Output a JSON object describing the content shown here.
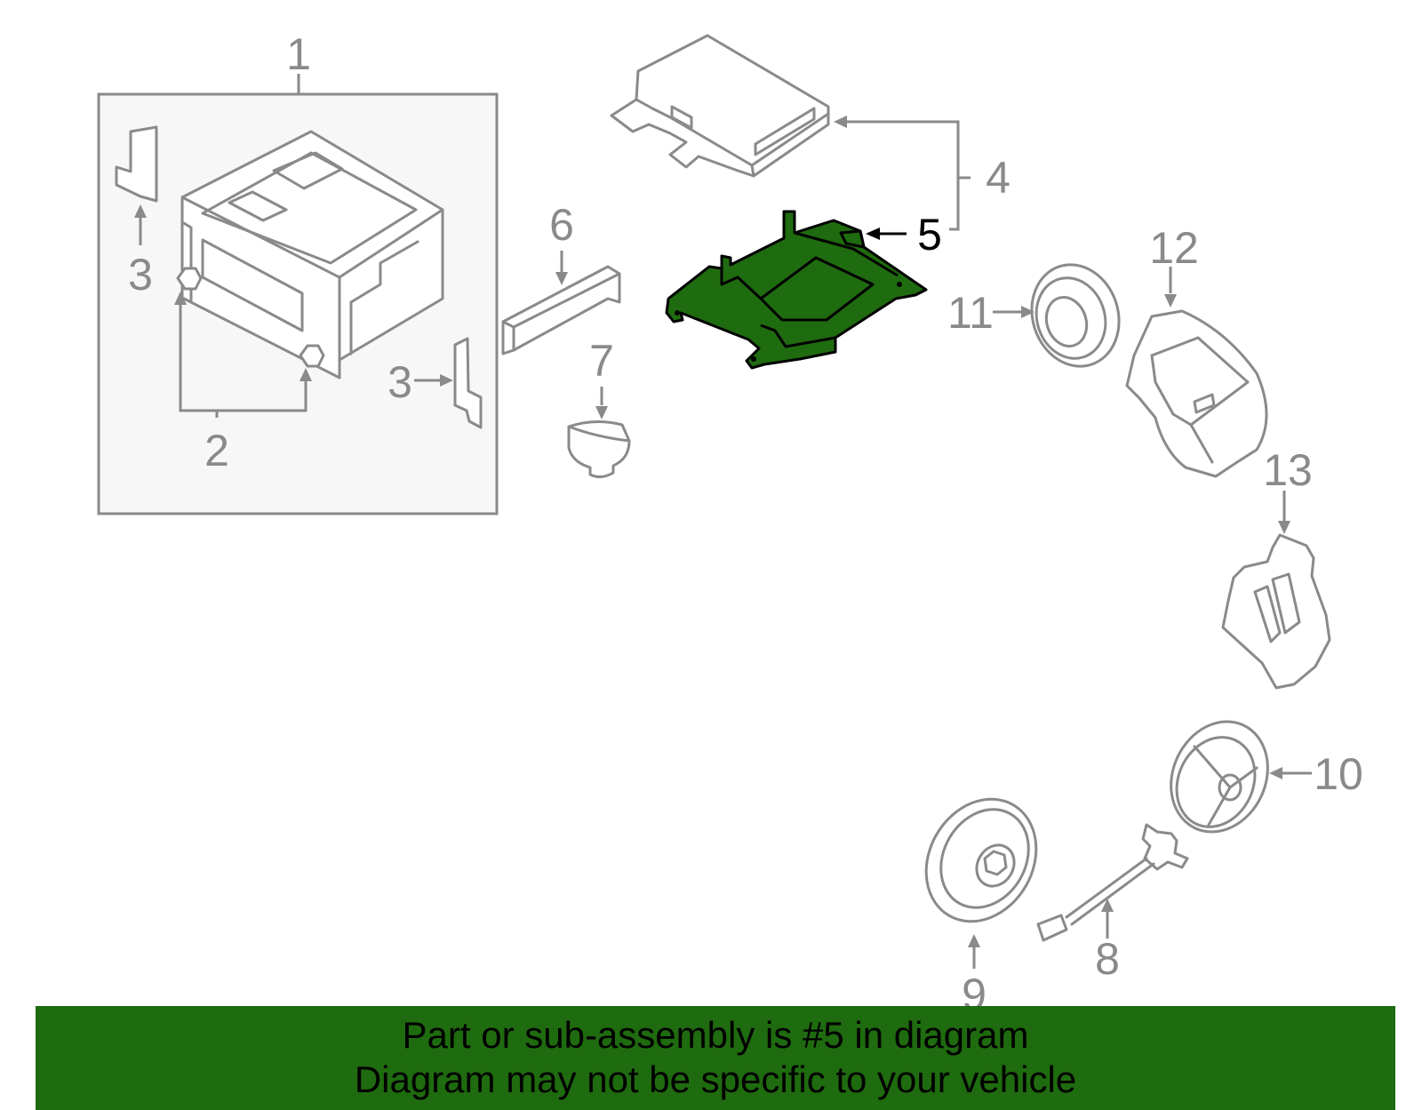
{
  "callouts": {
    "c1": "1",
    "c2": "2",
    "c3a": "3",
    "c3b": "3",
    "c4": "4",
    "c5": "5",
    "c6": "6",
    "c7": "7",
    "c8": "8",
    "c9": "9",
    "c10": "10",
    "c11": "11",
    "c12": "12",
    "c13": "13"
  },
  "highlight": {
    "part_number": "5",
    "color": "#1f6b0f"
  },
  "banner": {
    "line1": "Part or sub-assembly is #5 in diagram",
    "line2": "Diagram may not be specific to your vehicle"
  }
}
